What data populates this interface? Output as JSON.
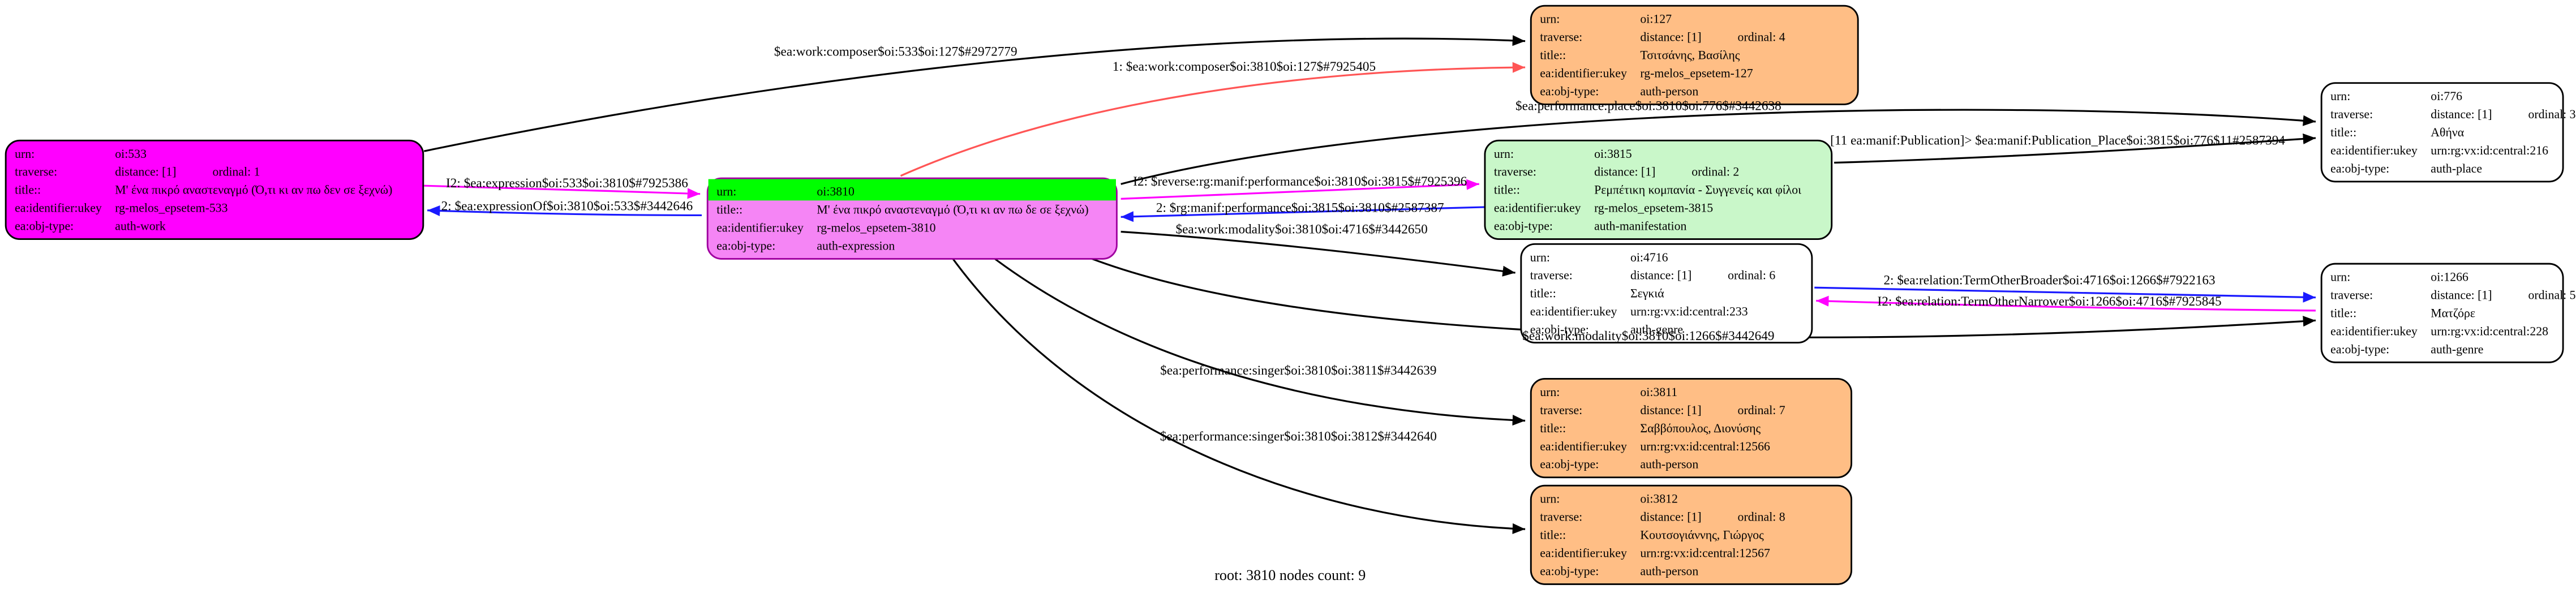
{
  "palette": {
    "node_work": "#ff00ff",
    "node_expression_body": "#f585f5",
    "node_expression_urn_highlight": "#00ff00",
    "node_person": "#ffbe85",
    "node_manifestation": "#c9f7c9",
    "node_plain": "#ffffff",
    "edge_default": "#000000",
    "edge_forward": "#1a1aff",
    "edge_reverse": "#ff00ff",
    "edge_composer_red": "#ff5555"
  },
  "field_labels": {
    "urn": "urn:",
    "traverse": "traverse:",
    "title": "title::",
    "ukey": "ea:identifier:ukey",
    "objtype": "ea:obj-type:"
  },
  "caption": "root: 3810 nodes count: 9",
  "nodes": [
    {
      "urn": "oi:533",
      "distance": "distance: [1]",
      "ordinal": "ordinal: 1",
      "title": "Μ' ένα πικρό αναστεναγμό (Ό,τι κι αν πω δεν σε ξεχνώ)",
      "ukey": "rg-melos_epsetem-533",
      "objtype": "auth-work"
    },
    {
      "urn": "oi:3810",
      "title": "Μ' ένα πικρό αναστεναγμό (Ό,τι κι αν πω δε σε ξεχνώ)",
      "ukey": "rg-melos_epsetem-3810",
      "objtype": "auth-expression"
    },
    {
      "urn": "oi:127",
      "distance": "distance: [1]",
      "ordinal": "ordinal: 4",
      "title": "Τσιτσάνης, Βασίλης",
      "ukey": "rg-melos_epsetem-127",
      "objtype": "auth-person"
    },
    {
      "urn": "oi:3815",
      "distance": "distance: [1]",
      "ordinal": "ordinal: 2",
      "title": "Ρεμπέτικη κομπανία - Συγγενείς και φίλοι",
      "ukey": "rg-melos_epsetem-3815",
      "objtype": "auth-manifestation"
    },
    {
      "urn": "oi:776",
      "distance": "distance: [1]",
      "ordinal": "ordinal: 3",
      "title": "Αθήνα",
      "ukey": "urn:rg:vx:id:central:216",
      "objtype": "auth-place"
    },
    {
      "urn": "oi:4716",
      "distance": "distance: [1]",
      "ordinal": "ordinal: 6",
      "title": "Σεγκιά",
      "ukey": "urn:rg:vx:id:central:233",
      "objtype": "auth-genre"
    },
    {
      "urn": "oi:1266",
      "distance": "distance: [1]",
      "ordinal": "ordinal: 5",
      "title": "Ματζόρε",
      "ukey": "urn:rg:vx:id:central:228",
      "objtype": "auth-genre"
    },
    {
      "urn": "oi:3811",
      "distance": "distance: [1]",
      "ordinal": "ordinal: 7",
      "title": "Σαββόπουλος, Διονύσης",
      "ukey": "urn:rg:vx:id:central:12566",
      "objtype": "auth-person"
    },
    {
      "urn": "oi:3812",
      "distance": "distance: [1]",
      "ordinal": "ordinal: 8",
      "title": "Κουτσογιάννης, Γιώργος",
      "ukey": "urn:rg:vx:id:central:12567",
      "objtype": "auth-person"
    }
  ],
  "edges": [
    {
      "label": "$ea:work:composer$oi:533$oi:127$#2972779",
      "color": "#000000"
    },
    {
      "label": "1: $ea:work:composer$oi:3810$oi:127$#7925405",
      "color": "#ff5555"
    },
    {
      "label": "I2: $ea:expression$oi:533$oi:3810$#7925386",
      "color": "#ff00ff"
    },
    {
      "label": "2: $ea:expressionOf$oi:3810$oi:533$#3442646",
      "color": "#1a1aff"
    },
    {
      "label": "I2: $reverse:rg:manif:performance$oi:3810$oi:3815$#7925396",
      "color": "#ff00ff"
    },
    {
      "label": "2: $rg:manif:performance$oi:3815$oi:3810$#2587387",
      "color": "#1a1aff"
    },
    {
      "label": "$ea:performance:place$oi:3810$oi:776$#3442638",
      "color": "#000000"
    },
    {
      "label": "[11 ea:manif:Publication]> $ea:manif:Publication_Place$oi:3815$oi:776$11#2587394",
      "color": "#000000"
    },
    {
      "label": "$ea:work:modality$oi:3810$oi:4716$#3442650",
      "color": "#000000"
    },
    {
      "label": "2: $ea:relation:TermOtherBroader$oi:4716$oi:1266$#7922163",
      "color": "#1a1aff"
    },
    {
      "label": "I2: $ea:relation:TermOtherNarrower$oi:1266$oi:4716$#7925845",
      "color": "#ff00ff"
    },
    {
      "label": "$ea:work:modality$oi:3810$oi:1266$#3442649",
      "color": "#000000"
    },
    {
      "label": "$ea:performance:singer$oi:3810$oi:3811$#3442639",
      "color": "#000000"
    },
    {
      "label": "$ea:performance:singer$oi:3810$oi:3812$#3442640",
      "color": "#000000"
    }
  ]
}
